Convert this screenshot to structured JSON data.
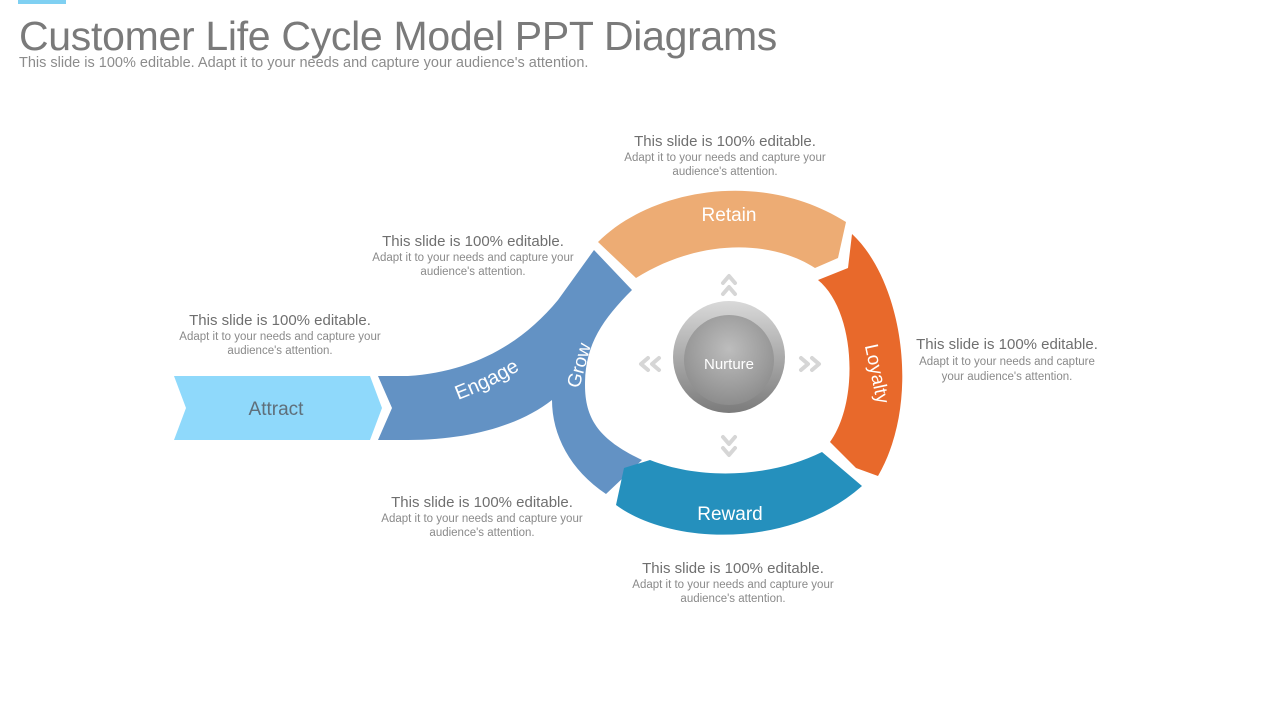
{
  "title": "Customer Life Cycle Model PPT Diagrams",
  "subtitle": "This slide is 100% editable. Adapt it to your needs and capture your audience's attention.",
  "colors": {
    "attract": "#8fd9fb",
    "engage": "#6392c4",
    "retain": "#edac74",
    "loyalty": "#e8692b",
    "reward": "#2590bd",
    "center": "#9a9a9a"
  },
  "stages": {
    "attract": "Attract",
    "engage": "Engage",
    "grow": "Grow",
    "retain": "Retain",
    "loyalty": "Loyalty",
    "reward": "Reward"
  },
  "center_label": "Nurture",
  "notes": {
    "attract": {
      "heading": "This slide is 100% editable.",
      "body": "Adapt it to your needs and capture your audience's attention."
    },
    "engage": {
      "heading": "This slide is 100% editable.",
      "body": "Adapt it to your needs and capture your audience's attention."
    },
    "retain": {
      "heading": "This slide is 100% editable.",
      "body": "Adapt it to your needs and capture your audience's attention."
    },
    "loyalty": {
      "heading": "This slide is 100% editable.",
      "body": "Adapt it to your needs and capture your audience's attention."
    },
    "grow": {
      "heading": "This slide is 100% editable.",
      "body": "Adapt it to your needs and capture your audience's attention."
    },
    "reward": {
      "heading": "This slide is 100% editable.",
      "body": "Adapt it to your needs and capture your audience's attention."
    }
  }
}
